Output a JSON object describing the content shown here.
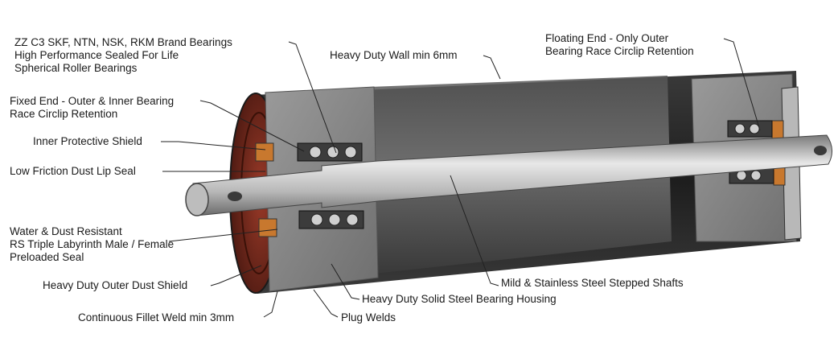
{
  "labels": {
    "bearings": [
      "ZZ C3 SKF, NTN, NSK, RKM Brand Bearings",
      "High Performance Sealed For Life",
      "Spherical Roller Bearings"
    ],
    "fixed_end": [
      "Fixed End - Outer & Inner Bearing",
      "Race Circlip Retention"
    ],
    "inner_shield": "Inner Protective Shield",
    "lip_seal": "Low Friction Dust Lip Seal",
    "labyrinth": [
      "Water & Dust Resistant",
      "RS Triple Labyrinth Male / Female",
      "Preloaded Seal"
    ],
    "outer_shield": "Heavy Duty Outer Dust Shield",
    "fillet_weld": "Continuous Fillet Weld min 3mm",
    "wall": "Heavy Duty Wall min 6mm",
    "floating_end": [
      "Floating End - Only Outer",
      "Bearing Race Circlip Retention"
    ],
    "shafts": "Mild & Stainless Steel Stepped Shafts",
    "housing": "Heavy Duty Solid Steel Bearing Housing",
    "plug_welds": "Plug Welds"
  },
  "colors": {
    "tube_dark": "#2b2b2b",
    "tube_mid": "#4a4a4a",
    "housing": "#8c8c8c",
    "shaft": "#c9c9c9",
    "seal_red": "#7a2a1e",
    "seal_orange": "#c8782e"
  }
}
